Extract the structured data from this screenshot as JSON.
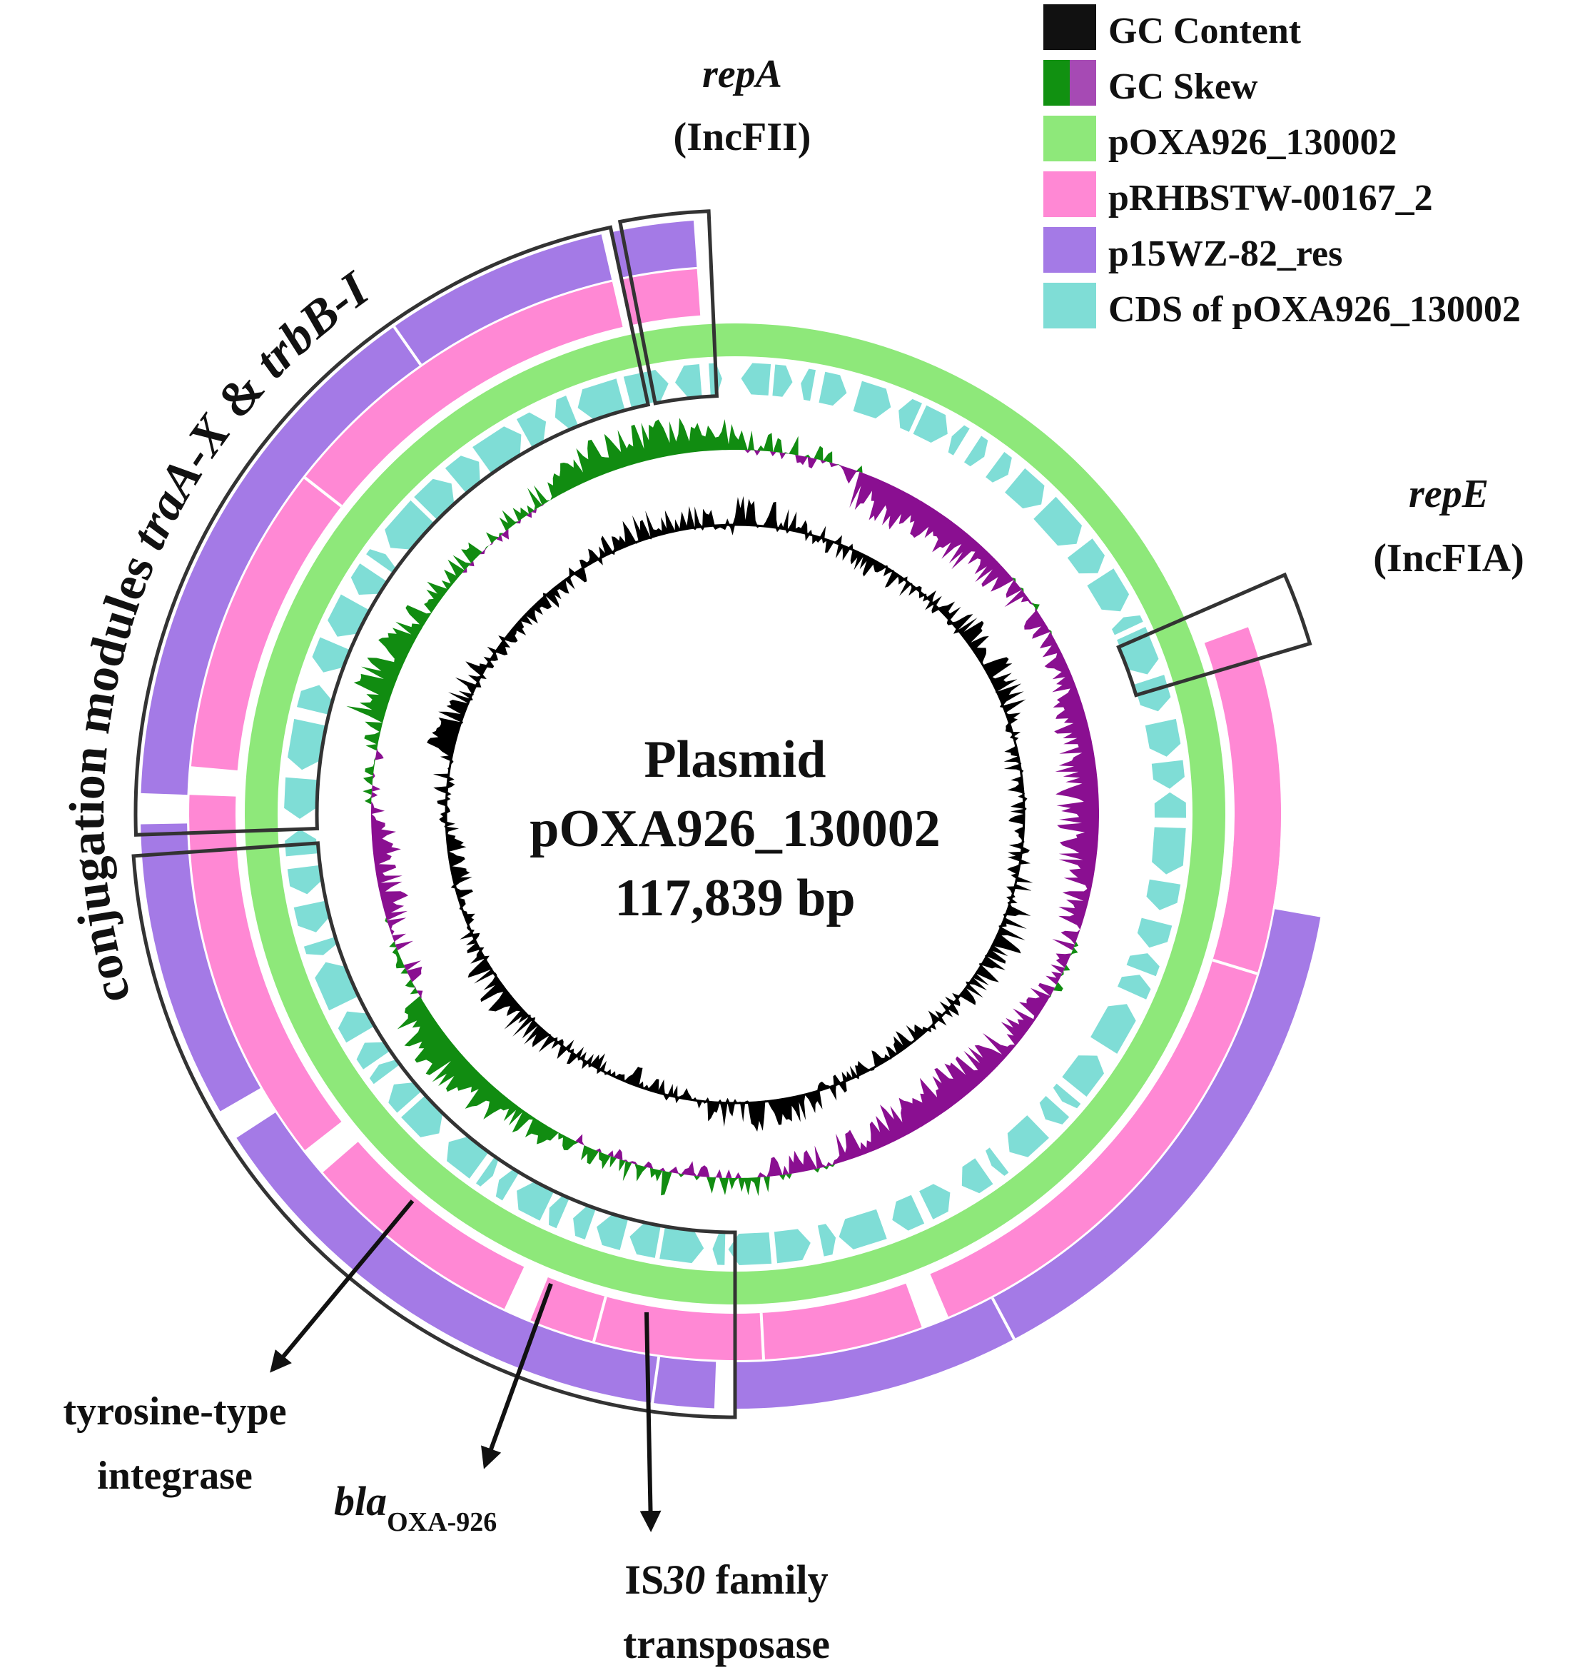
{
  "plasmid": {
    "line1": "Plasmid",
    "name": "pOXA926_130002",
    "size": "117,839 bp"
  },
  "legend": [
    {
      "label": "GC Content",
      "color": "#111111"
    },
    {
      "label": "GC Skew",
      "color": "#119111",
      "color2": "#a64ab4"
    },
    {
      "label": "pOXA926_130002",
      "color": "#8ee87a"
    },
    {
      "label": "pRHBSTW-00167_2",
      "color": "#ff88d4"
    },
    {
      "label": "p15WZ-82_res",
      "color": "#a47ae6"
    },
    {
      "label": "CDS of pOXA926_130002",
      "color": "#7fddd6"
    }
  ],
  "colors": {
    "gc_content": "#000000",
    "gc_skew_pos": "#118c11",
    "gc_skew_neg": "#8a0f91",
    "reference": "#8ee87a",
    "pRHBSTW": "#ff88d4",
    "p15WZ": "#a47ae6",
    "cds": "#7fddd6",
    "box": "#333333"
  },
  "annotations": {
    "repA_gene": "repA",
    "repA_inc": "(IncFII)",
    "repE_gene": "repE",
    "repE_inc": "(IncFIA)",
    "conj_prefix": "conjugation modules ",
    "conj_gene1": "traA-X",
    "conj_mid": " & ",
    "conj_gene2": "trbB-I",
    "integrase_line1": "tyrosine-type",
    "integrase_line2": "integrase",
    "bla_main": "bla",
    "bla_sub": "OXA-926",
    "is_prefix": "IS",
    "is_num": "30",
    "is_suffix": " family",
    "is_line2": "transposase"
  },
  "rings": {
    "p15WZ_arcs": [
      [
        -12,
        -4
      ],
      [
        -88,
        -13
      ],
      [
        -120,
        -91
      ],
      [
        -178,
        -123
      ],
      [
        -260,
        -180
      ],
      [
        140,
        148
      ]
    ],
    "pRHBSTW_arcs": [
      [
        -12,
        -4
      ],
      [
        -85,
        -13
      ],
      [
        -128,
        -88
      ],
      [
        -155,
        -131
      ],
      [
        -200,
        -158
      ],
      [
        -267,
        -203
      ],
      [
        70,
        108
      ],
      [
        112,
        140
      ]
    ],
    "pRHBSTW_splits": [
      -52,
      -165,
      -183,
      107
    ],
    "p15WZ_splits": [
      -35,
      -172,
      -208
    ]
  }
}
